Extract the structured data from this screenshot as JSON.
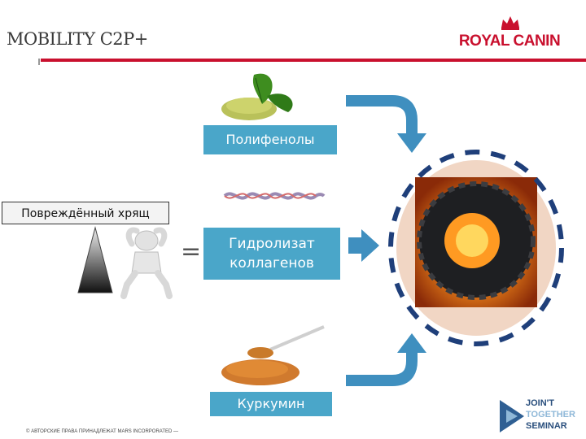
{
  "header": {
    "title": "MOBILITY C2P+",
    "logo_text": "ROYAL CANIN"
  },
  "diagram": {
    "damaged_label": "Повреждённый хрящ",
    "equals": "=",
    "ingredients": {
      "polyphenols": "Полифенолы",
      "collagen_line1": "Гидролизат",
      "collagen_line2": "коллагенов",
      "curcumin": "Куркумин"
    }
  },
  "footer": {
    "copyright": "© АВТОРСКИЕ ПРАВА ПРИНАДЛЕЖАТ MARS INCORPORATED —",
    "seminar_line1": "JOIN'T",
    "seminar_line2": "TOGETHER",
    "seminar_line3": "SEMINAR"
  },
  "colors": {
    "brand_red": "#c9102e",
    "teal": "#4aa6c9",
    "arrow_blue": "#3f8fbf",
    "dashed_circle": "#1f3f7a"
  }
}
